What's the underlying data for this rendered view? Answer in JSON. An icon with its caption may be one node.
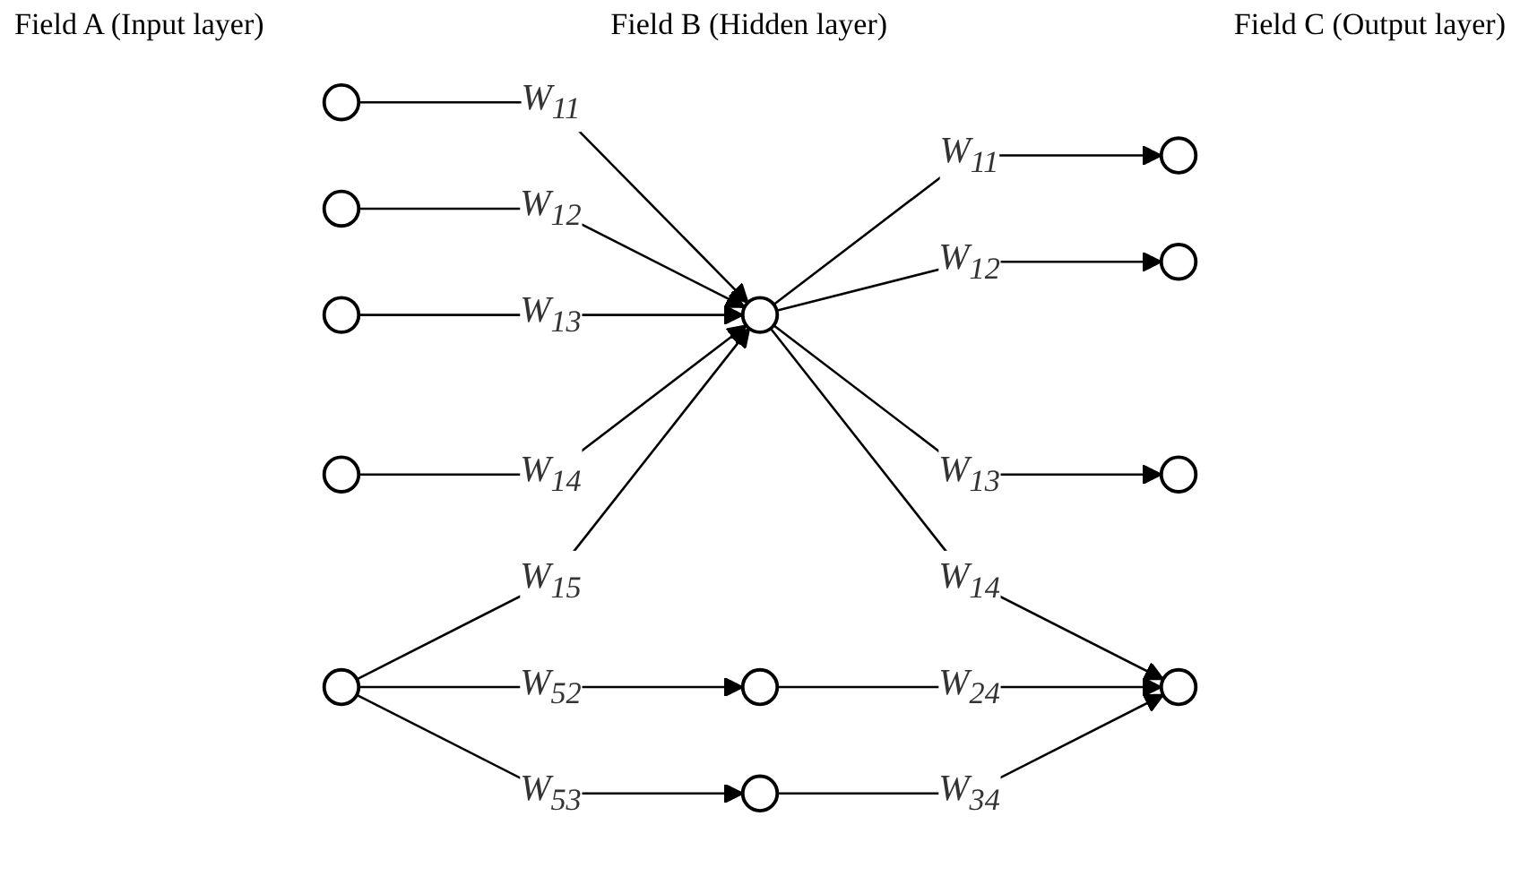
{
  "diagram": {
    "nodes": [
      {
        "text": [],
        "shape": "circle"
      },
      {
        "text": [],
        "shape": "circle"
      },
      {
        "text": [],
        "shape": "circle"
      },
      {
        "text": [],
        "shape": "circle"
      },
      {
        "text": [],
        "shape": "circle"
      },
      {
        "text": [],
        "shape": "circle"
      },
      {
        "text": [],
        "shape": "circle"
      },
      {
        "text": [],
        "shape": "circle"
      },
      {
        "text": [],
        "shape": "circle"
      },
      {
        "text": [],
        "shape": "circle"
      },
      {
        "text": [],
        "shape": "circle"
      },
      {
        "text": [],
        "shape": "circle"
      }
    ],
    "edges": [
      {
        "from": 0,
        "to": 5,
        "arrow": "to",
        "label": "W$_{11}$"
      },
      {
        "from": 1,
        "to": 5,
        "arrow": "to",
        "label": "W$_{12}$"
      },
      {
        "from": 2,
        "to": 5,
        "arrow": "to",
        "label": "W$_{13}$"
      },
      {
        "from": 3,
        "to": 5,
        "arrow": "to",
        "label": "W$_{14}$"
      },
      {
        "from": 4,
        "to": 5,
        "arrow": "to",
        "label": "W$_{15}$"
      },
      {
        "from": 4,
        "to": 6,
        "arrow": "to",
        "label": "W$_{52}$"
      },
      {
        "from": 4,
        "to": 7,
        "arrow": "to",
        "label": "W$_{53}$"
      },
      {
        "from": 5,
        "to": 8,
        "arrow": "to",
        "label": "W$_{11}$"
      },
      {
        "from": 5,
        "to": 9,
        "arrow": "to",
        "label": "W$_{12}$"
      },
      {
        "from": 5,
        "to": 10,
        "arrow": "to",
        "label": "W$_{13}$"
      },
      {
        "from": 5,
        "to": 11,
        "arrow": "to",
        "label": "W$_{14}$"
      },
      {
        "from": 6,
        "to": 11,
        "arrow": "to",
        "label": "W$_{24}$"
      },
      {
        "from": 7,
        "to": 11,
        "arrow": "to",
        "label": "W$_{34}$"
      }
    ],
    "labels": [
      "Field A (Input layer)",
      "Field B (Hidden layer)",
      "Field C (Output layer)"
    ]
  }
}
